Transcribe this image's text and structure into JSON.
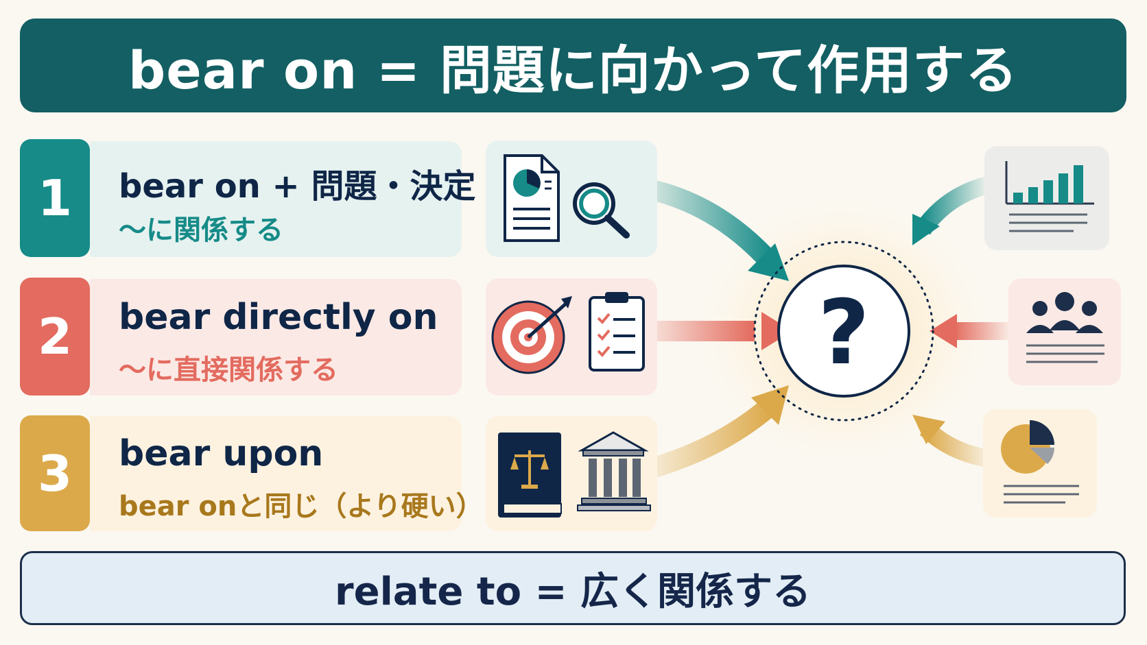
{
  "title": "bear on = 問題に向かって作用する",
  "rows": [
    {
      "number": "1",
      "phrase": "bear on + 問題・決定",
      "meaning": "〜に関係する"
    },
    {
      "number": "2",
      "phrase": "bear directly on",
      "meaning": "〜に直接関係する"
    },
    {
      "number": "3",
      "phrase": "bear upon",
      "meaning": "bear onと同じ（より硬い）"
    }
  ],
  "center_symbol": "?",
  "footer": "relate to = 広く関係する",
  "colors": {
    "title_bg": "#135f63",
    "teal": "#168b88",
    "red": "#e36b5f",
    "gold": "#dca94a",
    "navy": "#0f2647",
    "footer_bg": "#e3edf5"
  },
  "icons": [
    "document-pie-chart-icon",
    "magnifier-icon",
    "target-arrow-icon",
    "clipboard-checklist-icon",
    "law-book-icon",
    "courthouse-icon",
    "bar-chart-report-icon",
    "people-group-icon",
    "pie-chart-report-icon",
    "question-mark-icon"
  ]
}
